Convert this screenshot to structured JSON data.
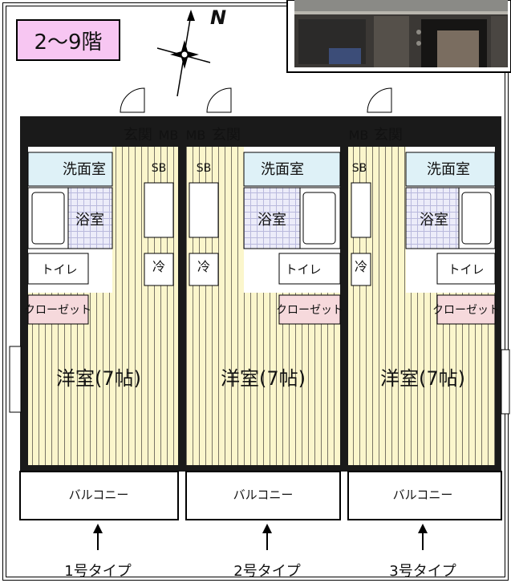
{
  "floor_badge": "2～9階",
  "compass_label": "N",
  "units": [
    {
      "type_label": "1号タイプ",
      "entrance": "玄関",
      "mb": "MB",
      "washroom": "洗面室",
      "bath": "浴室",
      "toilet": "トイレ",
      "closet": "クローゼット",
      "room": "洋室(7帖)",
      "balcony": "バルコニー",
      "shoebox": "SB",
      "fridge": "冷"
    },
    {
      "type_label": "2号タイプ",
      "entrance": "玄関",
      "mb": "MB",
      "washroom": "洗面室",
      "bath": "浴室",
      "toilet": "トイレ",
      "closet": "クローゼット",
      "room": "洋室(7帖)",
      "balcony": "バルコニー",
      "shoebox": "SB",
      "fridge": "冷"
    },
    {
      "type_label": "3号タイプ",
      "entrance": "玄関",
      "mb": "MB",
      "washroom": "洗面室",
      "bath": "浴室",
      "toilet": "トイレ",
      "closet": "クローゼット",
      "room": "洋室(7帖)",
      "balcony": "バルコニー",
      "shoebox": "SB",
      "fridge": "冷"
    }
  ],
  "colors": {
    "room_fill": "#fbf6cc",
    "wall": "#1a1a1a",
    "badge_fill": "#f7c6f2",
    "wet_fill": "#ececf9",
    "wash_fill": "#def1f7",
    "closet_fill": "#f6d9dc"
  }
}
